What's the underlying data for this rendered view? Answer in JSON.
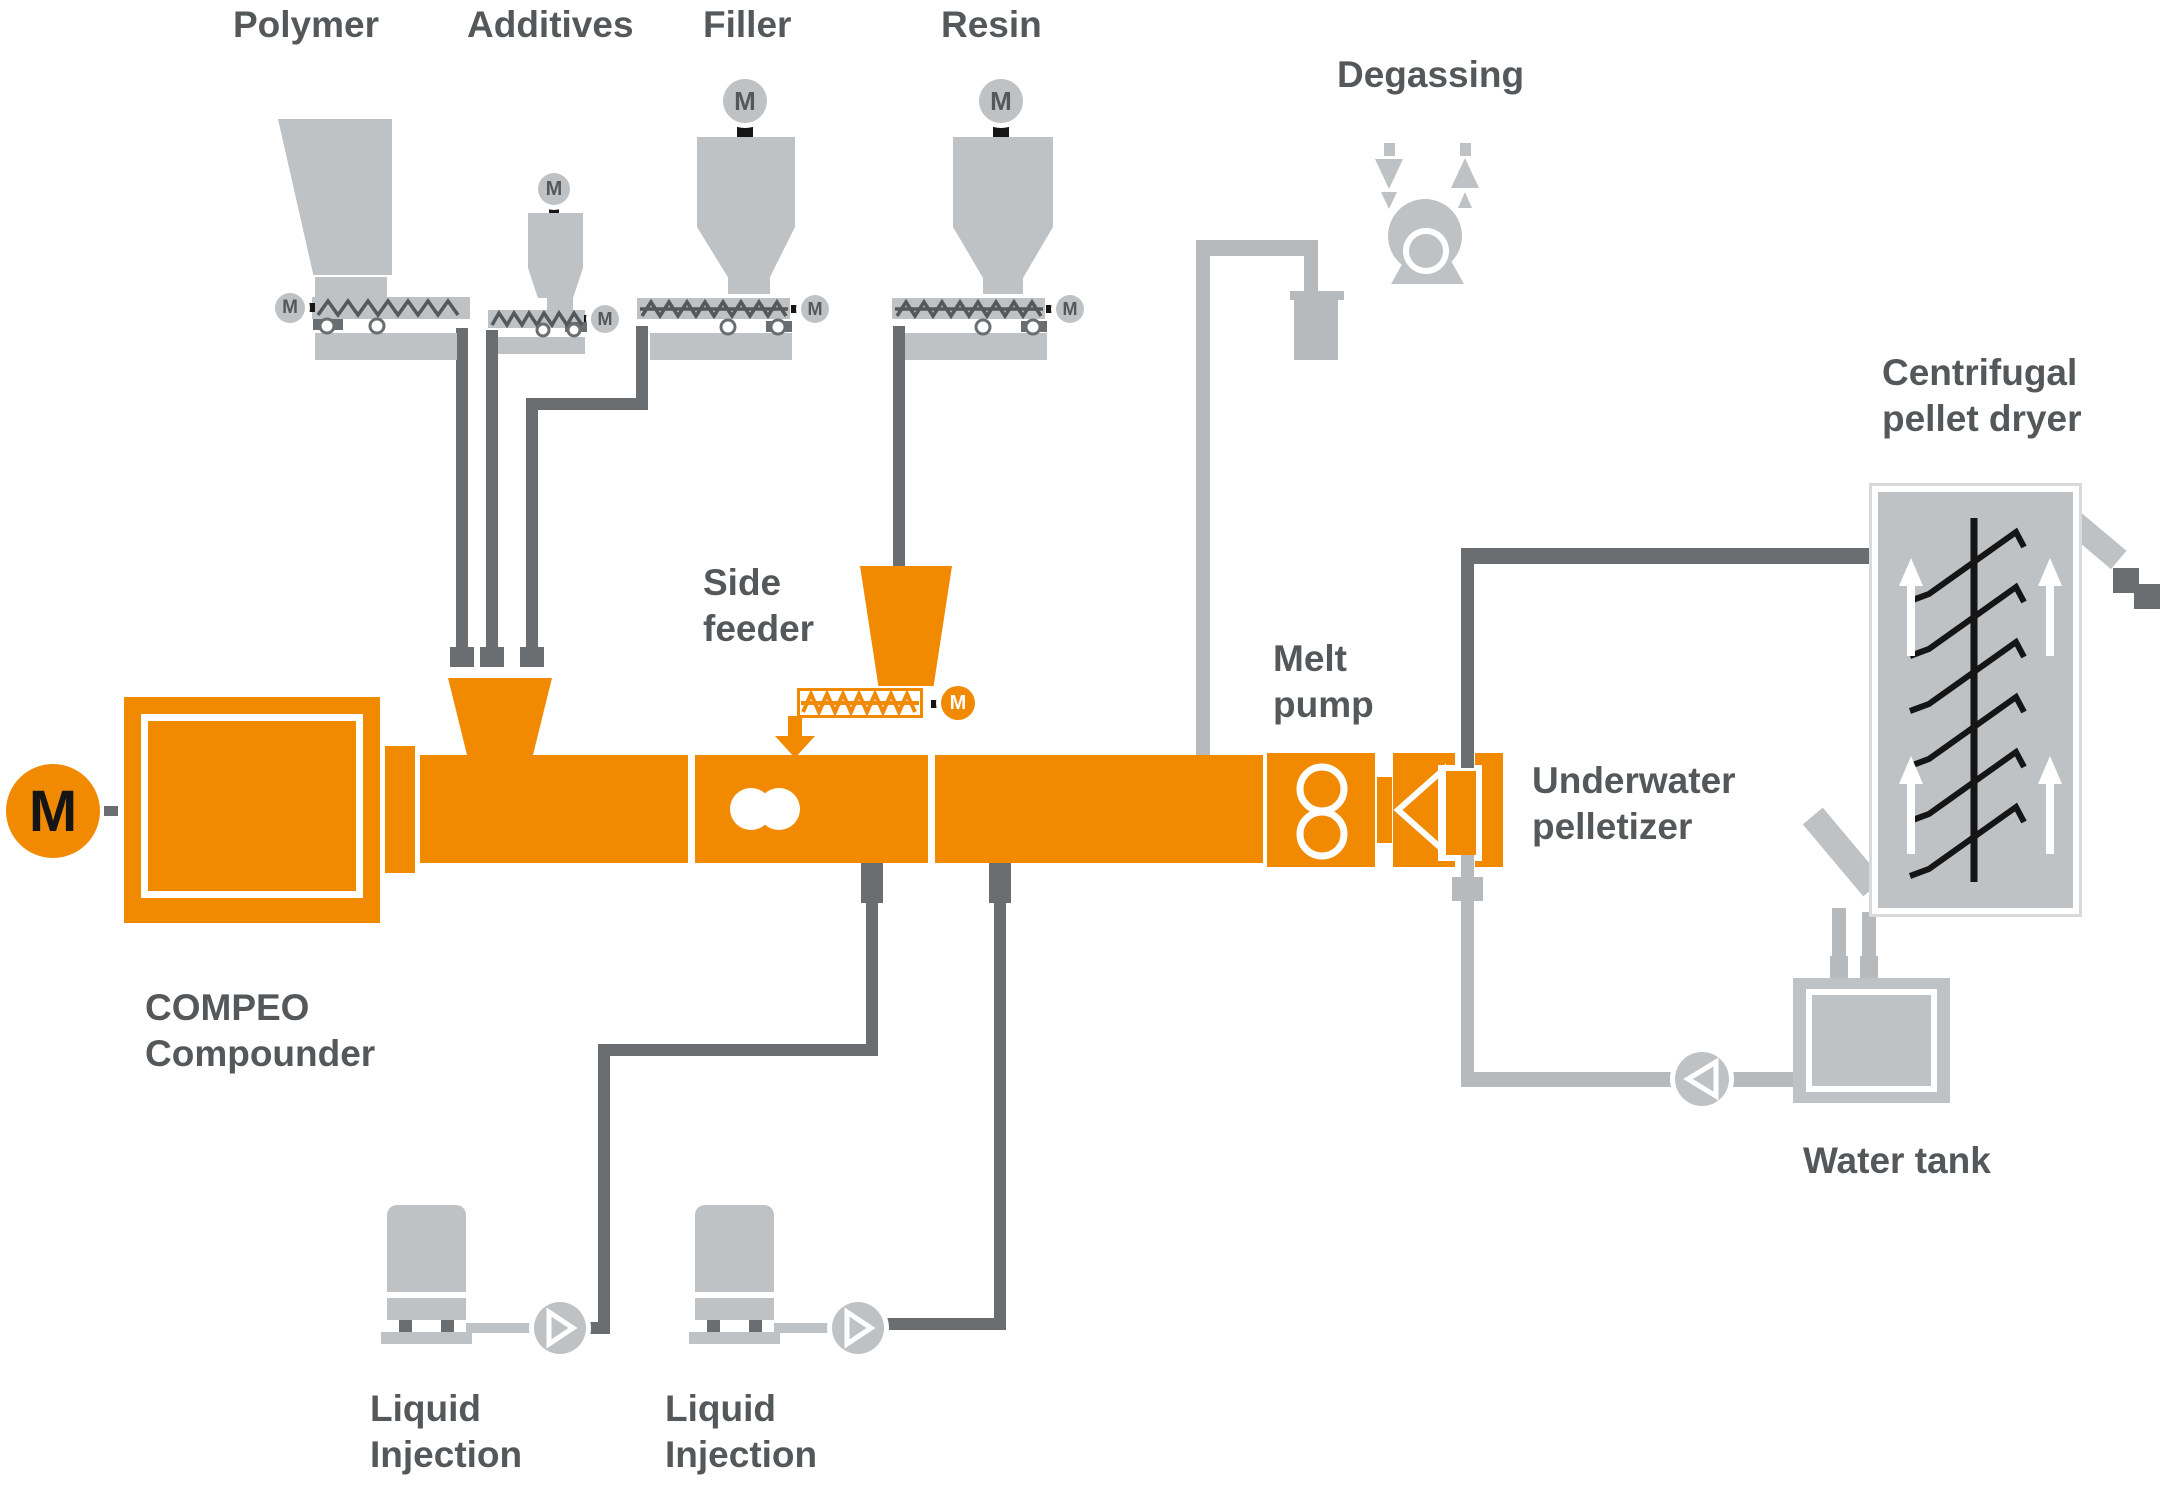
{
  "motor_symbol": "M",
  "colors": {
    "orange": "#F18A00",
    "equipment_gray": "#BFC2C4",
    "line_dark_gray": "#6A6E70",
    "label_gray": "#54585A"
  },
  "labels": {
    "polymer": "Polymer",
    "additives": "Additives",
    "filler": "Filler",
    "resin": "Resin",
    "degassing": "Degassing",
    "centrifugal_dryer": {
      "line1": "Centrifugal",
      "line2": "pellet dryer"
    },
    "side_feeder": {
      "line1": "Side",
      "line2": "feeder"
    },
    "melt_pump": {
      "line1": "Melt",
      "line2": "pump"
    },
    "underwater_pelletizer": {
      "line1": "Underwater",
      "line2": "pelletizer"
    },
    "compounder": {
      "line1": "COMPEO",
      "line2": "Compounder"
    },
    "liquid_injection_1": {
      "line1": "Liquid",
      "line2": "Injection"
    },
    "liquid_injection_2": {
      "line1": "Liquid",
      "line2": "Injection"
    },
    "water_tank": "Water tank"
  }
}
